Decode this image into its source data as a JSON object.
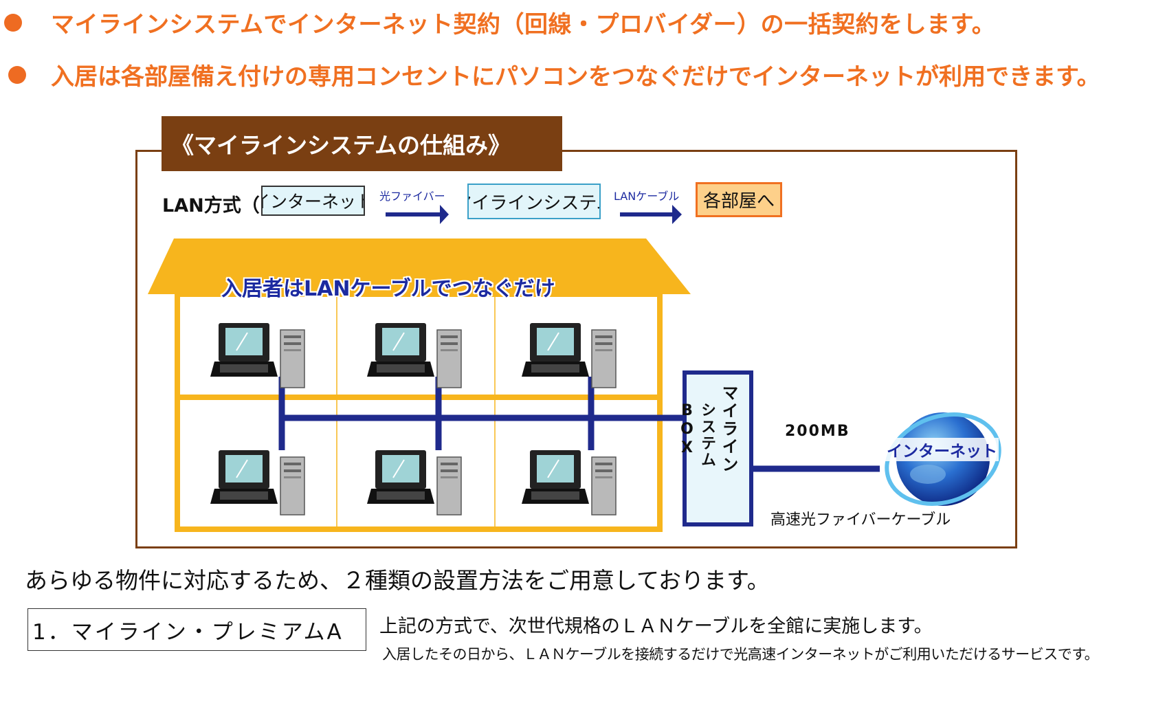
{
  "bullets": [
    "マイラインシステムでインターネット契約（回線・プロバイダー）の一括契約をします。",
    "入居は各部屋備え付けの専用コンセントにパソコンをつなぐだけでインターネットが利用できます。"
  ],
  "diagram": {
    "title": "《マイラインシステムの仕組み》",
    "lan_method_label": "LAN方式（",
    "flow": {
      "box1": "インターネット",
      "arrow1_label": "光ファイバー",
      "box2": "マイラインシステム",
      "arrow2_label": "LANケーブル",
      "box3": "各部屋へ"
    },
    "roof_text": "入居者はLANケーブルでつなぐだけ",
    "system_box_col1": "マイライン",
    "system_box_col2": "システムBOX",
    "speed_label": "200MB",
    "globe_label": "インターネット",
    "fiber_label": "高速光ファイバーケーブル",
    "colors": {
      "house": "#f7b51d",
      "cable": "#1f2a8c",
      "title_bg": "#7a3f12",
      "accent_orange": "#f07021"
    }
  },
  "intro_text": "あらゆる物件に対応するため、２種類の設置方法をご用意しております。",
  "plan": {
    "name": "1．マイライン・プレミアムA",
    "desc_line1": "上記の方式で、次世代規格のＬＡＮケーブルを全館に実施します。",
    "desc_line2": "入居したその日から、ＬＡＮケーブルを接続するだけで光高速インターネットがご利用いただけるサービスです。"
  }
}
